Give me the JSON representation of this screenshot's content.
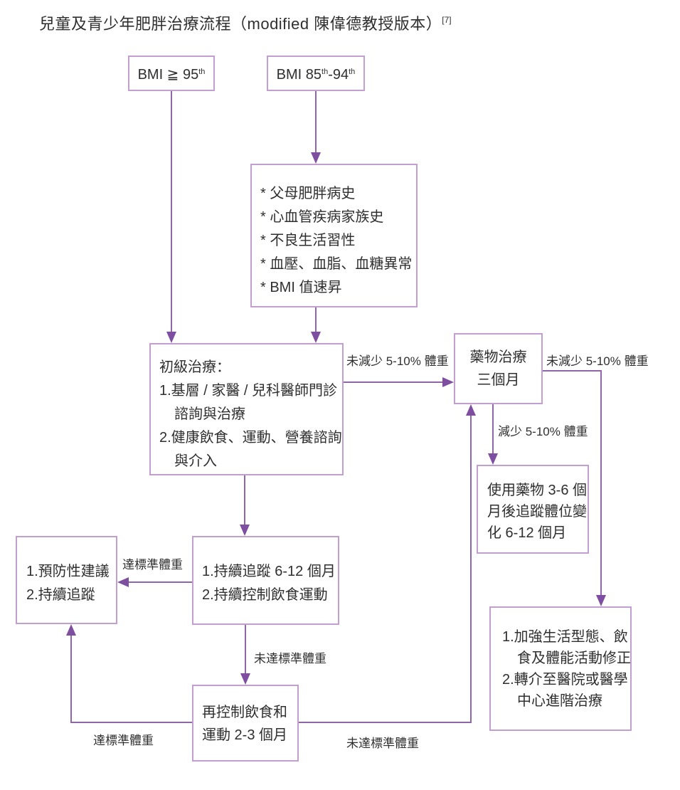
{
  "colors": {
    "box-border": "#c29fd0",
    "connector": "#9166a9",
    "arrowhead": "#7e4fa0",
    "text": "#2f2f2f"
  },
  "title": {
    "text": "兒童及青少年肥胖治療流程（modified 陳偉德教授版本）",
    "ref": "[7]"
  },
  "nodes": {
    "bmi_ge_95": {
      "text": "BMI ≧ 95",
      "sup": "th"
    },
    "bmi_85_94": {
      "text": "BMI 85",
      "sup1": "th",
      "text2": "-94",
      "sup2": "th"
    },
    "risk_factors": {
      "lines": [
        "* 父母肥胖病史",
        "* 心血管疾病家族史",
        "* 不良生活習性",
        "* 血壓、血脂、血糖異常",
        "* BMI 值速昇"
      ]
    },
    "primary_care": {
      "lines": [
        "初級治療：",
        "1.基層 / 家醫 / 兒科醫師門診",
        "諮詢與治療",
        "2.健康飲食、運動、營養諮詢",
        "與介入"
      ]
    },
    "drug_therapy": {
      "lines": [
        "藥物治療",
        "三個月"
      ]
    },
    "drug_followup": {
      "lines": [
        "使用藥物 3-6 個",
        "月後追蹤體位變",
        "化 6-12 個月"
      ]
    },
    "prevention": {
      "lines": [
        "1.預防性建議",
        "2.持續追蹤"
      ]
    },
    "continue_follow": {
      "lines": [
        "1.持續追蹤 6-12 個月",
        "2.持續控制飲食運動"
      ]
    },
    "recontrol": {
      "lines": [
        "再控制飲食和",
        "運動 2-3 個月"
      ]
    },
    "intensify": {
      "lines": [
        "1.加強生活型態、飲",
        "食及體能活動修正",
        "2.轉介至醫院或醫學",
        "中心進階治療"
      ]
    }
  },
  "edge_labels": {
    "no_loss_to_drug": "未減少 5-10% 體重",
    "no_loss_to_intensify": "未減少 5-10% 體重",
    "loss_5_10": "減少 5-10% 體重",
    "reached_standard_left": "達標準體重",
    "not_reached_down": "未達標準體重",
    "reached_standard_bottom": "達標準體重",
    "not_reached_bottom": "未達標準體重"
  }
}
